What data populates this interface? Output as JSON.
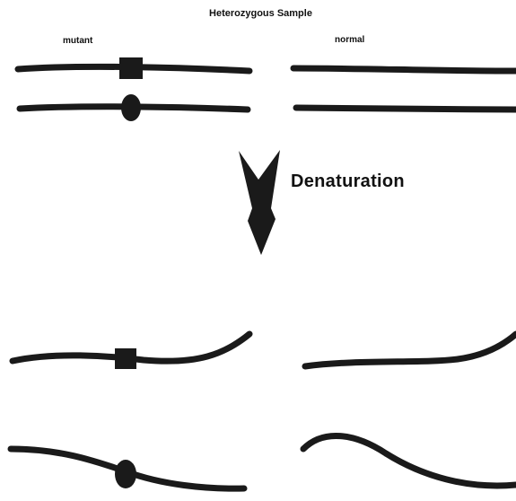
{
  "diagram": {
    "title": "Heterozygous Sample",
    "mutant_label": "mutant",
    "normal_label": "normal",
    "step_label": "Denaturation"
  },
  "colors": {
    "strand": "#1a1a1a",
    "background": "#ffffff"
  }
}
